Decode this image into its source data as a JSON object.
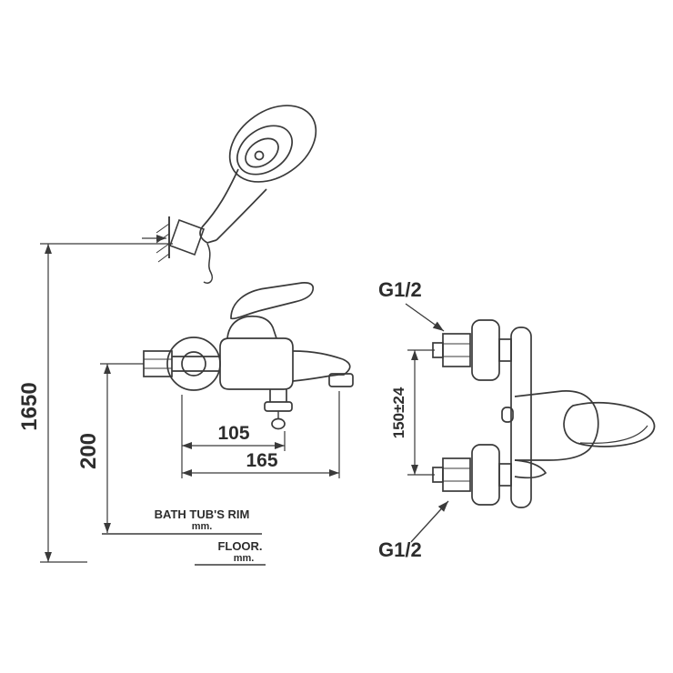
{
  "drawing": {
    "background": "#ffffff",
    "line_color": "#3a3a3a"
  },
  "dimensions": {
    "floor_height": "1650",
    "rim_height": "200",
    "reach_inner": "105",
    "reach_outer": "165",
    "mount_spacing": "150±24",
    "top_connection": "G1/2",
    "bottom_connection": "G1/2"
  },
  "labels": {
    "rim": "BATH TUB'S RIM",
    "rim_unit": "mm.",
    "floor": "FLOOR.",
    "floor_unit": "mm."
  }
}
